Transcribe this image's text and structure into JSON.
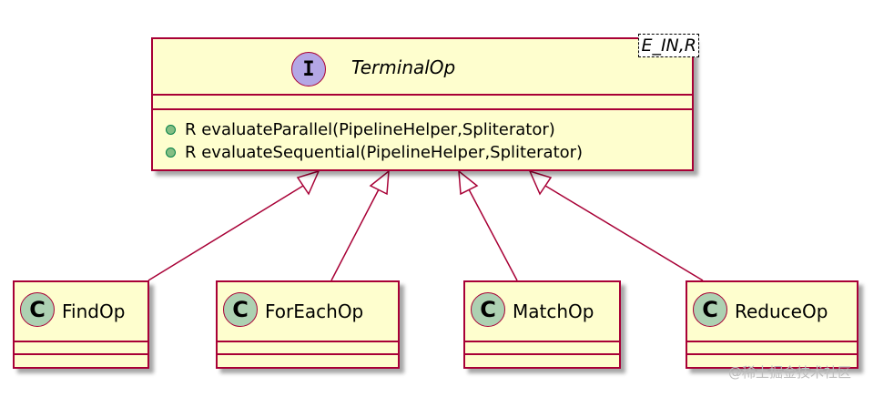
{
  "interface": {
    "stereotype_letter": "I",
    "name": "TerminalOp",
    "generic_params": "E_IN,R",
    "methods": [
      "R evaluateParallel(PipelineHelper,Spliterator)",
      "R evaluateSequential(PipelineHelper,Spliterator)"
    ]
  },
  "classes": [
    {
      "letter": "C",
      "name": "FindOp"
    },
    {
      "letter": "C",
      "name": "ForEachOp"
    },
    {
      "letter": "C",
      "name": "MatchOp"
    },
    {
      "letter": "C",
      "name": "ReduceOp"
    }
  ],
  "relations": [
    {
      "from": "FindOp",
      "to": "TerminalOp",
      "type": "implements"
    },
    {
      "from": "ForEachOp",
      "to": "TerminalOp",
      "type": "implements"
    },
    {
      "from": "MatchOp",
      "to": "TerminalOp",
      "type": "implements"
    },
    {
      "from": "ReduceOp",
      "to": "TerminalOp",
      "type": "implements"
    }
  ],
  "colors": {
    "box_fill": "#FEFECE",
    "border": "#A80036",
    "interface_badge": "#B4A7E5",
    "class_badge": "#ADD1B2",
    "method_dot": "#84BE84"
  },
  "watermark": "@稀土掘金技术社区"
}
